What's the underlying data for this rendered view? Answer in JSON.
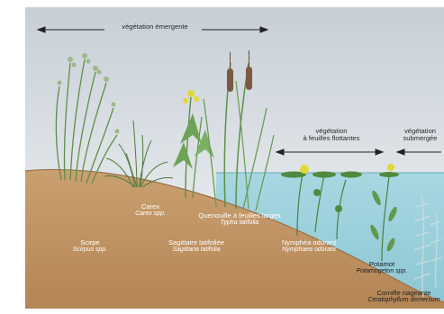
{
  "zones": {
    "emergent": "végétation émergente",
    "floating": "végétation\nà feuilles flottantes",
    "floating_line1": "végétation",
    "floating_line2": "à feuilles flottantes",
    "submerged_line1": "végétation",
    "submerged_line2": "submergée"
  },
  "plants": [
    {
      "key": "scirpe",
      "name": "Scirpe",
      "latin": "Scirpus spp."
    },
    {
      "key": "carex",
      "name": "Carex",
      "latin": "Carex spp."
    },
    {
      "key": "sagittaire",
      "name": "Sagittaire latifoliée",
      "latin": "Sagittaria latifolia"
    },
    {
      "key": "quenouille",
      "name": "Quenouille à feuilles larges",
      "latin": "Typha latifolia"
    },
    {
      "key": "nymphea",
      "name": "Nymphéa odorant",
      "latin": "Nymphaea odorata"
    },
    {
      "key": "potamot",
      "name": "Potamot",
      "latin": "Potamogeton spp."
    },
    {
      "key": "cornifle",
      "name": "Cornifle nageante",
      "latin": "Ceratophyllum demersum"
    }
  ],
  "colors": {
    "sky": "#d8dfe6",
    "water": "#9fd3de",
    "soil": "#c89a6a",
    "soil_dark": "#a87c52",
    "grass": "#5e8f4a",
    "grass_light": "#8fbc6a",
    "flower_yellow": "#e2d83a",
    "typha_brown": "#7a5a40"
  }
}
